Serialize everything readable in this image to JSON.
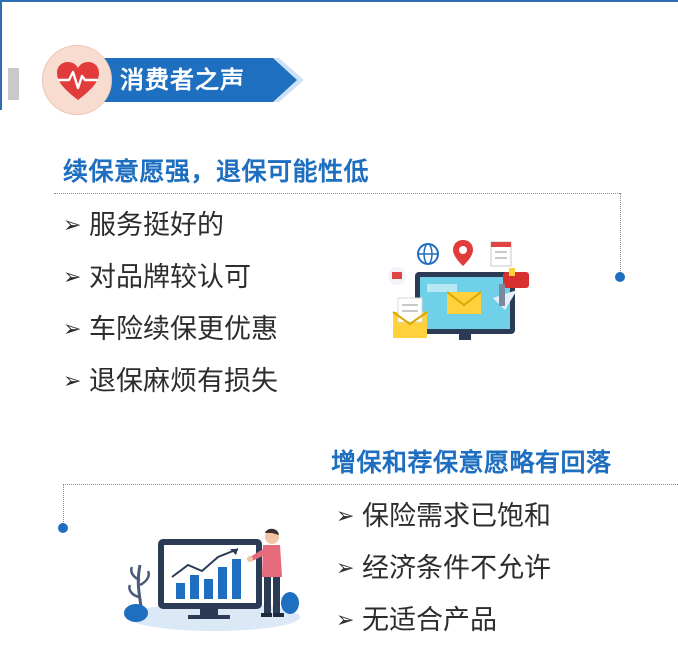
{
  "header": {
    "title": "消费者之声",
    "icon": "heart-pulse-icon"
  },
  "section1": {
    "title": "续保意愿强，退保可能性低",
    "items": [
      "服务挺好的",
      "对品牌较认可",
      "车险续保更优惠",
      "退保麻烦有损失"
    ]
  },
  "section2": {
    "title": "增保和荐保意愿略有回落",
    "items": [
      "保险需求已饱和",
      "经济条件不允许",
      "无适合产品"
    ]
  },
  "bullet_glyph": "➢",
  "colors": {
    "accent": "#1f6fc0",
    "heart": "#e23b3b",
    "badge_bg": "#f7dccf"
  }
}
